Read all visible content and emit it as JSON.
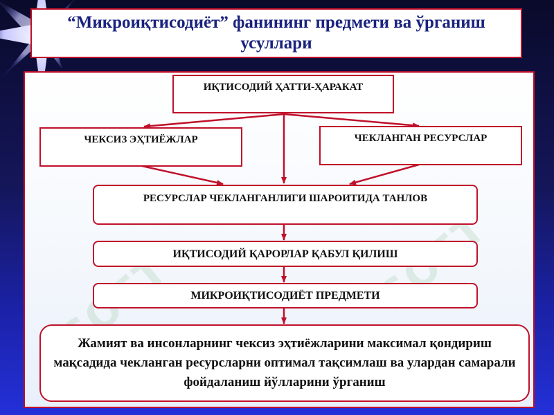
{
  "title": "“Микроиқтисодиёт”  фанининг предмети ва ўрганиш усуллари",
  "watermark": "SOFT",
  "boxes": {
    "economic_activity": "ИҚТИСОДИЙ ҲАТТИ-ҲАРАКАТ",
    "unlimited_needs": "ЧЕКСИЗ ЭҲТИЁЖЛАР",
    "limited_resources": "ЧЕКЛАНГАН РЕСУРСЛАР",
    "choice": "РЕСУРСЛАР ЧЕКЛАНГАНЛИГИ ШАРОИТИДА ТАНЛОВ",
    "decisions": "ИҚТИСОДИЙ ҚАРОРЛАР ҚАБУЛ ҚИЛИШ",
    "subject": "МИКРОИҚТИСОДИЁТ ПРЕДМЕТИ",
    "description": "Жамият ва инсонларнинг чексиз эҳтиёжларини максимал қондириш мақсадида чекланган ресурсларни оптимал тақсимлаш ва улардан самарали фойдаланиш йўлларини ўрганиш"
  },
  "colors": {
    "border": "#c0102a",
    "title_text": "#1a237e",
    "background": "#1b22a8"
  }
}
